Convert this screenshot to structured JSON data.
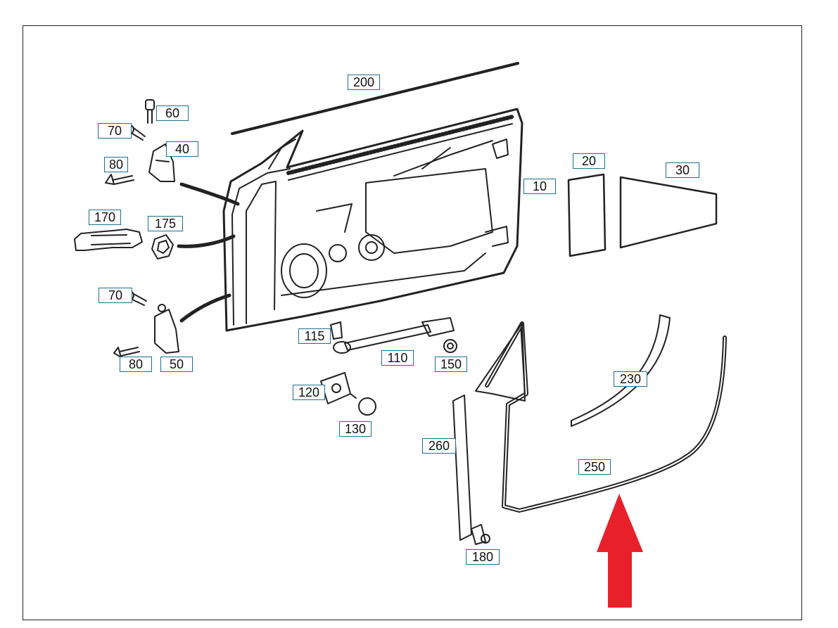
{
  "colors": {
    "callout_border": "#1f6e8c",
    "line_art": "#222222",
    "arrow": "#e8202a"
  },
  "icons": [
    "red-up-arrow-icon"
  ],
  "callouts": {
    "p10": "10",
    "p20": "20",
    "p30": "30",
    "p40": "40",
    "p50": "50",
    "p60": "60",
    "p70a": "70",
    "p70b": "70",
    "p80a": "80",
    "p80b": "80",
    "p110": "110",
    "p115": "115",
    "p120": "120",
    "p130": "130",
    "p150": "150",
    "p170": "170",
    "p175": "175",
    "p180": "180",
    "p200": "200",
    "p230": "230",
    "p250": "250",
    "p260": "260"
  }
}
